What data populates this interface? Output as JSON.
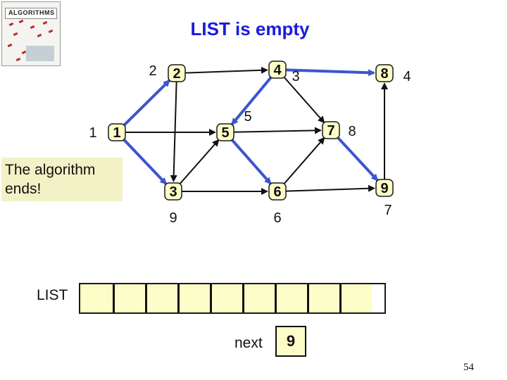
{
  "title": "LIST is empty",
  "thumbnail_text": "ALGORITHMS",
  "nodes": [
    {
      "id": "1",
      "label": "1",
      "value": "1"
    },
    {
      "id": "2",
      "label": "2",
      "value": "2"
    },
    {
      "id": "3",
      "label": "3",
      "value": "9"
    },
    {
      "id": "4",
      "label": "4",
      "value": "3"
    },
    {
      "id": "5",
      "label": "5",
      "value": "5"
    },
    {
      "id": "6",
      "label": "6",
      "value": "6"
    },
    {
      "id": "7",
      "label": "7",
      "value": "8"
    },
    {
      "id": "8",
      "label": "8",
      "value": "4"
    },
    {
      "id": "9",
      "label": "9",
      "value": "7"
    }
  ],
  "edges": [
    {
      "from": "1",
      "to": "2",
      "highlighted": true
    },
    {
      "from": "1",
      "to": "5",
      "highlighted": false
    },
    {
      "from": "1",
      "to": "3",
      "highlighted": true
    },
    {
      "from": "2",
      "to": "4",
      "highlighted": false
    },
    {
      "from": "2",
      "to": "3",
      "highlighted": false
    },
    {
      "from": "4",
      "to": "5",
      "highlighted": true
    },
    {
      "from": "4",
      "to": "7",
      "highlighted": false
    },
    {
      "from": "4",
      "to": "8",
      "highlighted": true
    },
    {
      "from": "5",
      "to": "7",
      "highlighted": false
    },
    {
      "from": "5",
      "to": "6",
      "highlighted": true
    },
    {
      "from": "3",
      "to": "5",
      "highlighted": false
    },
    {
      "from": "3",
      "to": "6",
      "highlighted": false
    },
    {
      "from": "6",
      "to": "7",
      "highlighted": false
    },
    {
      "from": "6",
      "to": "9",
      "highlighted": false
    },
    {
      "from": "7",
      "to": "9",
      "highlighted": true
    },
    {
      "from": "9",
      "to": "8",
      "highlighted": false
    }
  ],
  "status_text": "The algorithm\nends!",
  "list_label": "LIST",
  "list_cells": [
    "",
    "",
    "",
    "",
    "",
    "",
    "",
    "",
    ""
  ],
  "next_label": "next",
  "next_value": "9",
  "page_number": "54",
  "colors": {
    "node_fill": "#fdfdc8",
    "node_border": "#1a1a1a",
    "highlight_edge": "#3a56cf",
    "normal_edge": "#111111",
    "title": "#1a1adc",
    "status_bg": "#f2f2c6"
  }
}
